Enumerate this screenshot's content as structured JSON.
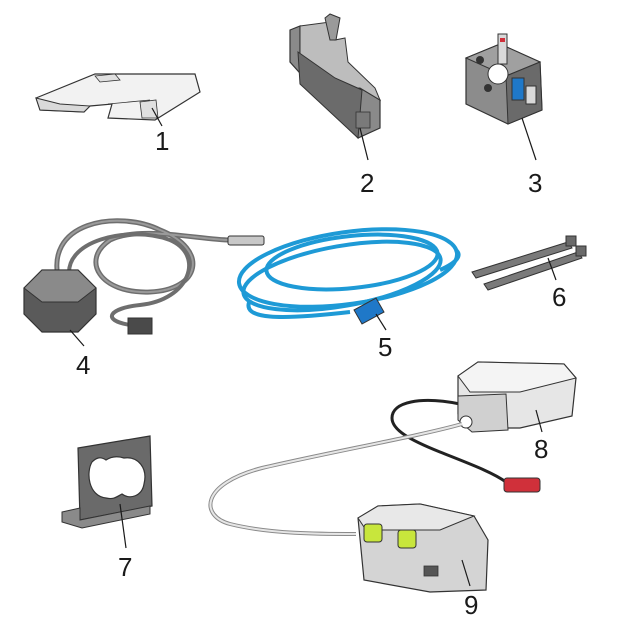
{
  "diagram": {
    "parts": [
      {
        "id": "part-1",
        "label": "1"
      },
      {
        "id": "part-2",
        "label": "2"
      },
      {
        "id": "part-3",
        "label": "3"
      },
      {
        "id": "part-4",
        "label": "4"
      },
      {
        "id": "part-5",
        "label": "5"
      },
      {
        "id": "part-6",
        "label": "6"
      },
      {
        "id": "part-7",
        "label": "7"
      },
      {
        "id": "part-8",
        "label": "8"
      },
      {
        "id": "part-9",
        "label": "9"
      }
    ],
    "colors": {
      "outline": "#333333",
      "light_gray": "#e6e6e6",
      "mid_gray": "#a8a8a8",
      "dark_gray": "#5a5a5a",
      "cable_gray": "#6e6e6e",
      "tube_blue": "#1e9ad6",
      "connector_blue": "#1f78c8",
      "valve_green": "#c8e63c",
      "plug_red": "#d0303a",
      "cable_black": "#222222"
    }
  }
}
